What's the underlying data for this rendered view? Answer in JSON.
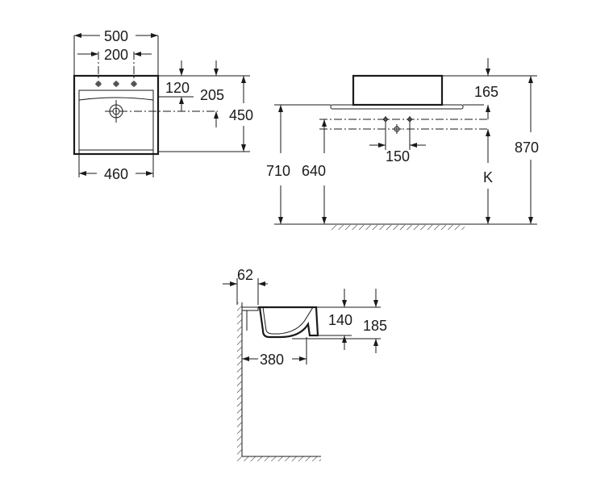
{
  "top_view": {
    "width_overall": "500",
    "tap_hole_spacing": "200",
    "inner_width": "460",
    "dim_120": "120",
    "dim_205": "205",
    "depth": "450"
  },
  "front_view": {
    "basin_height": "165",
    "tap_spacing": "150",
    "height_710": "710",
    "height_640": "640",
    "height_870": "870",
    "k_label": "K"
  },
  "side_view": {
    "wall_gap": "62",
    "projection": "380",
    "dim_140": "140",
    "dim_185": "185"
  }
}
